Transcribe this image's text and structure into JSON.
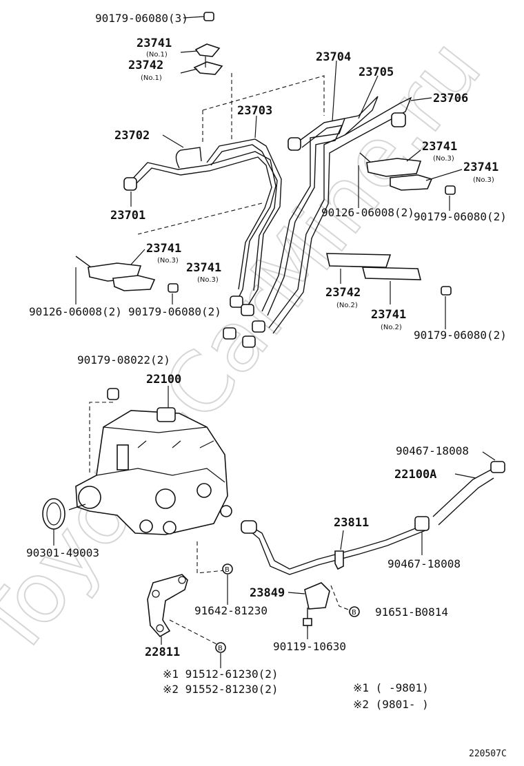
{
  "watermark": "Toyota-CarMine.ru",
  "diagram_code": "220507C",
  "labels": {
    "n90179_06080_3": "90179-06080(3)",
    "n23741_a": "23741",
    "n23741_a_sub": "(No.1)",
    "n23742_a": "23742",
    "n23742_a_sub": "(No.1)",
    "n23704": "23704",
    "n23705": "23705",
    "n23706": "23706",
    "n23703": "23703",
    "n23702": "23702",
    "n23701": "23701",
    "n23741_b": "23741",
    "n23741_b_sub": "(No.3)",
    "n23741_c": "23741",
    "n23741_c_sub": "(No.3)",
    "n90126_06008_a": "90126-06008(2)",
    "n90179_06080_a": "90179-06080(2)",
    "n23741_d": "23741",
    "n23741_d_sub": "(No.3)",
    "n23741_e": "23741",
    "n23741_e_sub": "(No.3)",
    "n90126_06008_b": "90126-06008(2)",
    "n90179_06080_b": "90179-06080(2)",
    "n23742_b": "23742",
    "n23742_b_sub": "(No.2)",
    "n23741_f": "23741",
    "n23741_f_sub": "(No.2)",
    "n90179_06080_c": "90179-06080(2)",
    "n90179_08022": "90179-08022(2)",
    "n22100": "22100",
    "n90467_18008_a": "90467-18008",
    "n22100A": "22100A",
    "n23811": "23811",
    "n90301_49003": "90301-49003",
    "n90467_18008_b": "90467-18008",
    "n23849": "23849",
    "n91642_81230": "91642-81230",
    "n91651_B0814": "91651-B0814",
    "n90119_10630": "90119-10630",
    "n22811": "22811",
    "n91512_61230": "※1 91512-61230(2)",
    "n91552_81230": "※2 91552-81230(2)",
    "b_marker": "B",
    "note1": "※1 (    -9801)",
    "note2": "※2 (9801-    )"
  }
}
